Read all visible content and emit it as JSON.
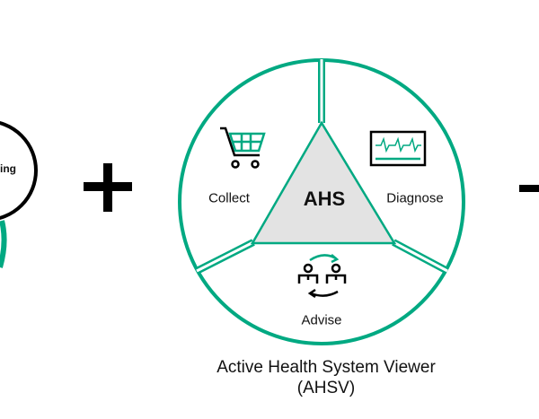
{
  "colors": {
    "accent": "#01a982",
    "triangle_fill": "#e3e3e3",
    "ink": "#000000"
  },
  "left_circle": {
    "label_fragment": "ing"
  },
  "operators": {
    "plus": "+",
    "minus": "−"
  },
  "diagram": {
    "center": "AHS",
    "segments": [
      {
        "label": "Collect",
        "icon": "shopping-cart-icon"
      },
      {
        "label": "Diagnose",
        "icon": "heart-monitor-icon"
      },
      {
        "label": "Advise",
        "icon": "people-exchange-icon"
      }
    ]
  },
  "caption": {
    "line1": "Active Health System Viewer",
    "line2": "(AHSV)"
  }
}
